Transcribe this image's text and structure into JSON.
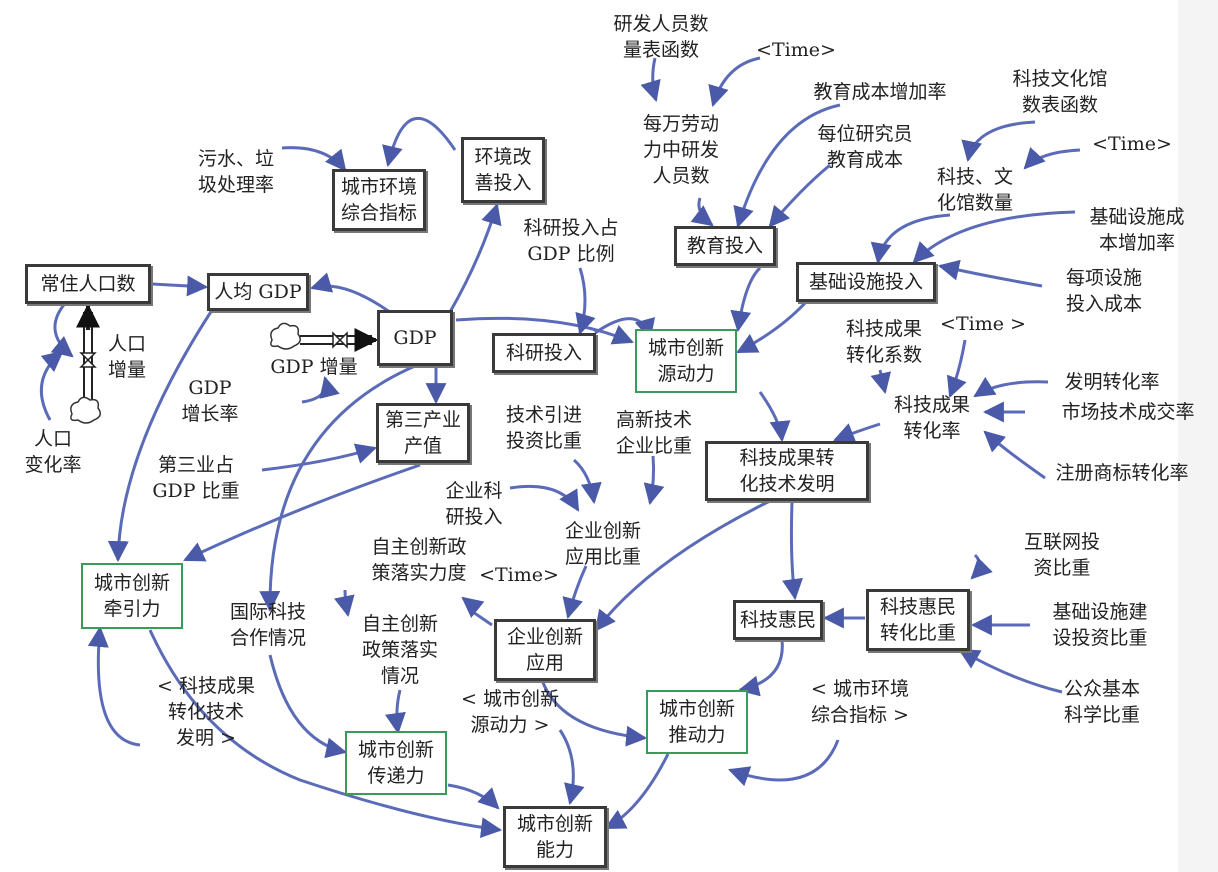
{
  "diagram": {
    "stocks": {
      "changzhu_renkou": "常住人口数",
      "gdp": "GDP"
    },
    "boxes": {
      "renjun_gdp": "人均 GDP",
      "chengshi_huanjing": "城市环境\n综合指标",
      "huanjing_gaishan": "环境改\n善投入",
      "keyan_touru": "科研投入",
      "jiaoyu_touru": "教育投入",
      "jichu_sheshi_touru": "基础设施投入",
      "disan_chanye": "第三产业\n产值",
      "keji_chengguo_faming": "科技成果转\n化技术发明",
      "qiye_chuangxin_yingyong": "企业创新\n应用",
      "keji_huimin": "科技惠民",
      "keji_huimin_bizhong": "科技惠民\n转化比重",
      "chengshi_chuangxin_nengli": "城市创新\n能力"
    },
    "green_boxes": {
      "yuan_dongli": "城市创新\n源动力",
      "qianyin_li": "城市创新\n牵引力",
      "chuandi_li": "城市创新\n传递力",
      "tui_dongli": "城市创新\n推动力"
    },
    "labels": {
      "renkou_zengliang": "人口\n增量",
      "renkou_bianhualv": "人口\n变化率",
      "gdp_zengliang": "GDP 增量",
      "gdp_zengzhanglv": "GDP\n增长率",
      "wushui": "污水、垃\n圾处理率",
      "keyan_zhanbi": "科研投入占\nGDP 比例",
      "yanfa_biaohanshu": "研发人员数\n量表函数",
      "time1": "<Time>",
      "meiwan_laodongli": "每万劳动\n力中研发\n人员数",
      "jiaoyu_chengben_zengjia": "教育成本增加率",
      "meiwei_yanjiuyuan": "每位研究员\n教育成本",
      "wenhuaguan_biaohanshu": "科技文化馆\n数表函数",
      "time2": "<Time>",
      "wenhuaguan_shuliang": "科技、文\n化馆数量",
      "jichu_chengben_zengjia": "基础设施成\n本增加率",
      "meixiang_sheshi": "每项设施\n投入成本",
      "zhuanhua_xishu": "科技成果\n转化系数",
      "time3": "<Time >",
      "faming_zhuanhualv": "发明转化率",
      "keji_chengguo_zhuanhualv": "科技成果\n转化率",
      "shichang_chengjiaolv": "市场技术成交率",
      "zhuce_shangbiao": "注册商标转化率",
      "disan_zhanbi": "第三业占\nGDP 比重",
      "jishu_yinjin": "技术引进\n投资比重",
      "gaoxin_qiye": "高新技术\n企业比重",
      "qiye_keyan": "企业科\n研投入",
      "qiye_yingyong_bizhong": "企业创新\n应用比重",
      "zizhu_luoshi_lidu": "自主创新政\n策落实力度",
      "time4": "<Time>",
      "guoji_hezuo": "国际科技\n合作情况",
      "zizhu_luoshi_qingkuang": "自主创新\n政策落实\n情况",
      "hulianwang": "互联网投\n资比重",
      "jichu_jianshe_bizhong": "基础设施建\n设投资比重",
      "gongzhong_kexue": "公众基本\n科学比重",
      "ref_chengguo": "< 科技成果\n转化技术\n发明 >",
      "ref_yuan_dongli": "< 城市创新\n源动力 >",
      "ref_huanjing": "< 城市环境\n综合指标 >"
    },
    "colors": {
      "arrow": "#5b6bb8",
      "box_border": "#3a3a3a",
      "green_border": "#3a9a5a",
      "flow_pipe": "#222222"
    }
  }
}
